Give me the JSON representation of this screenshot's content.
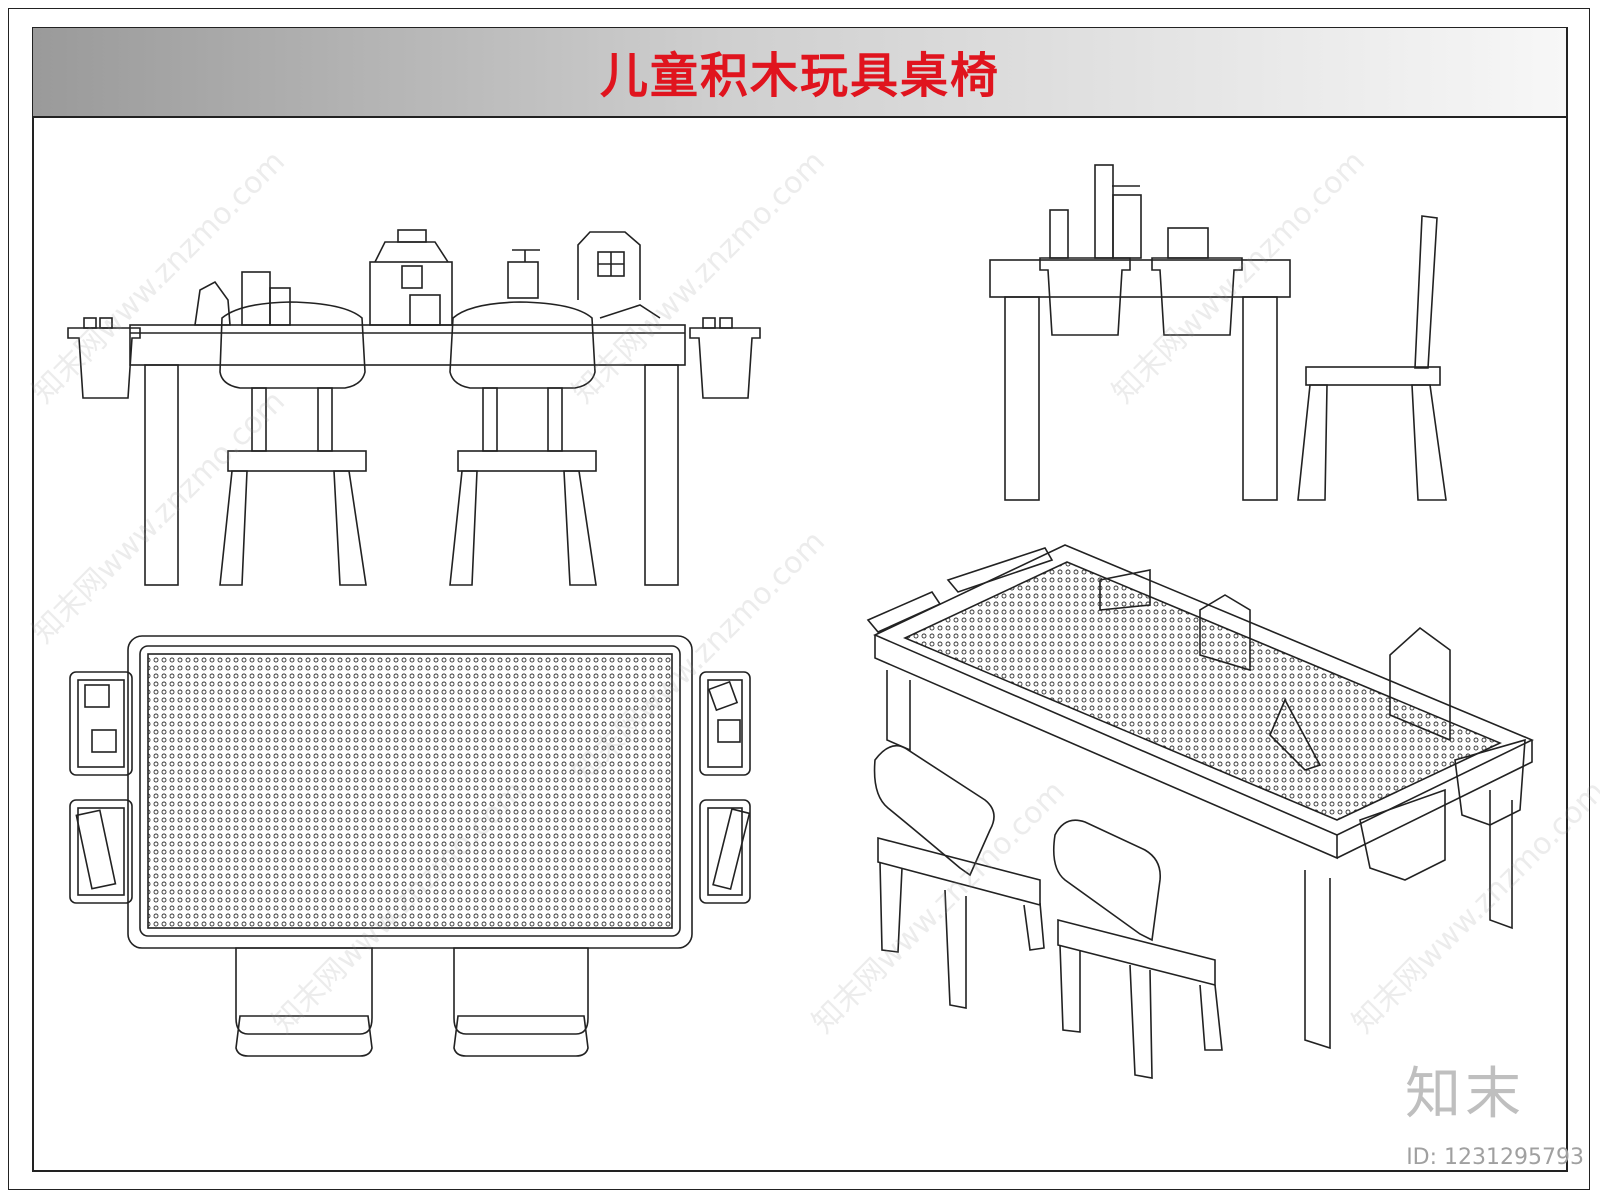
{
  "title": "儿童积木玩具桌椅",
  "logo": "知末",
  "id_label": "ID: 1231295793",
  "watermark_text": "知末网www.znzmo.com",
  "colors": {
    "title": "#e0141e",
    "line": "#222222",
    "watermark": "#969696"
  }
}
